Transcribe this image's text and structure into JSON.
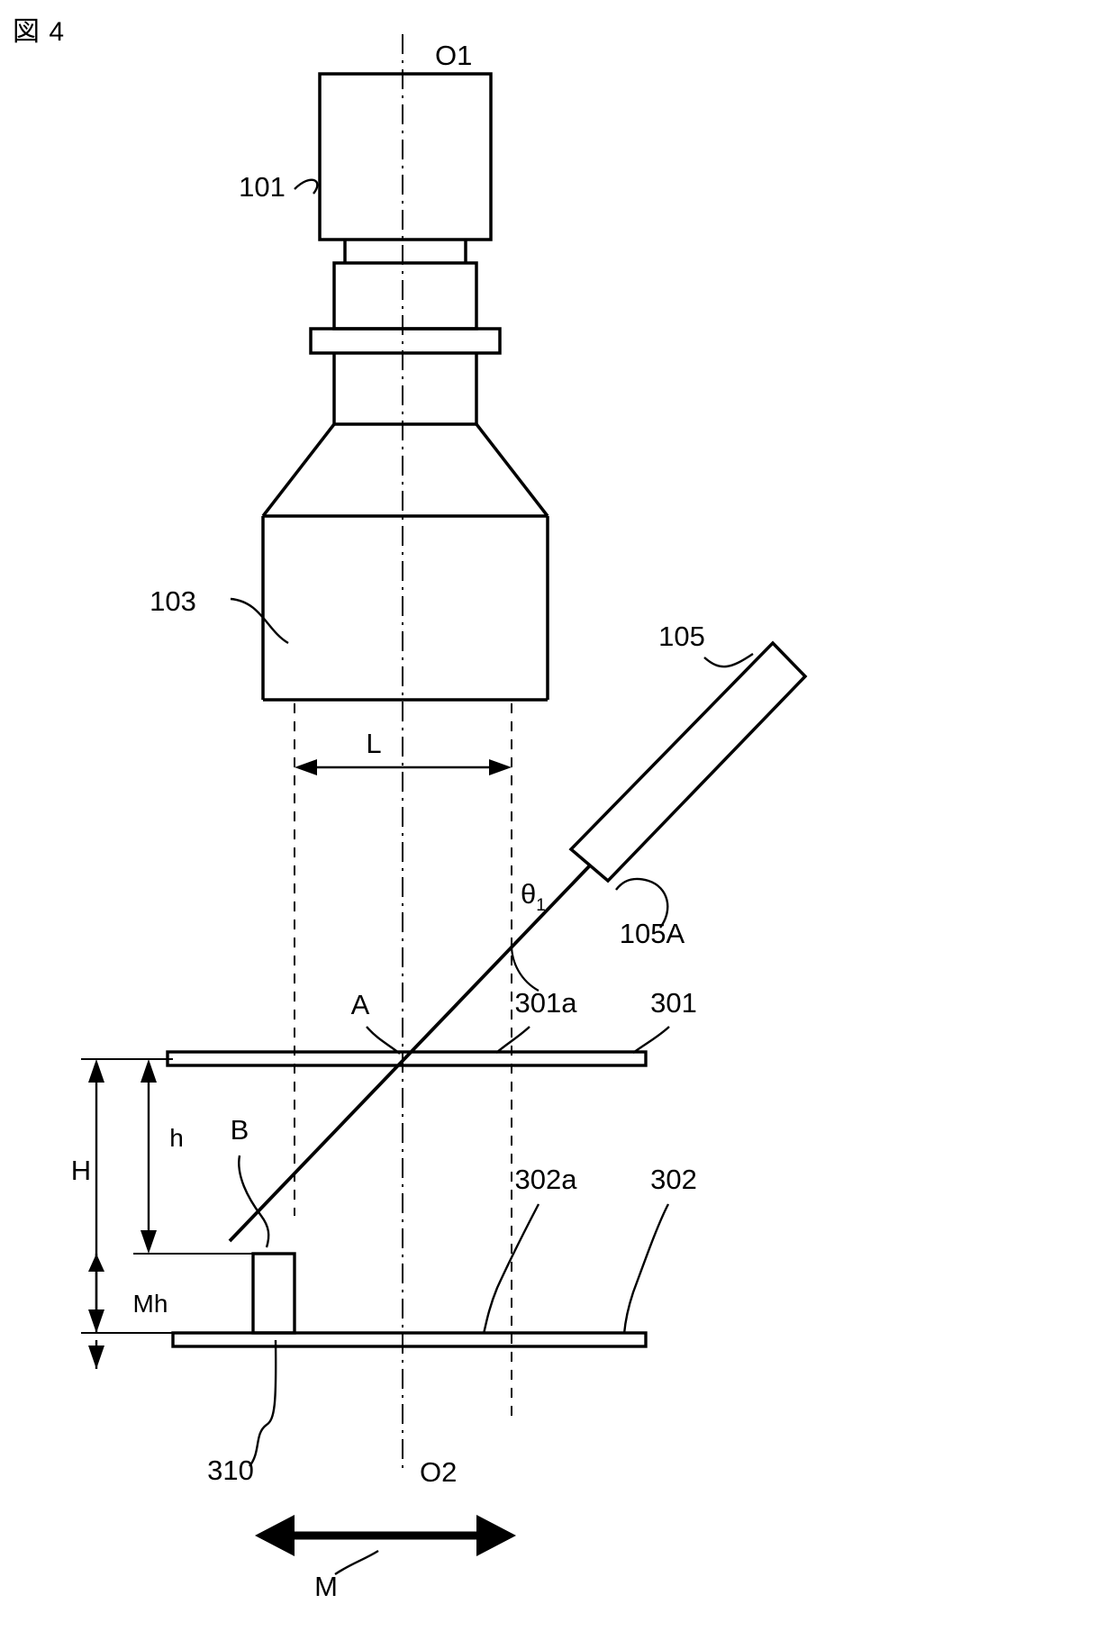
{
  "figure": {
    "label_prefix": "図",
    "label_number": "4",
    "full_label": "図 4",
    "type": "patent-line-drawing",
    "background_color": "#ffffff",
    "line_color": "#000000"
  },
  "axes": {
    "optical_axis_top": "O1",
    "optical_axis_bottom": "O2"
  },
  "parts": {
    "camera_body": "101",
    "optical_head": "103",
    "light_projector": "105",
    "light_projector_face": "105A",
    "upper_substrate": "301",
    "upper_substrate_surface": "301a",
    "lower_substrate": "302",
    "lower_substrate_surface": "302a",
    "measurement_object": "310"
  },
  "points": {
    "point_a": "A",
    "point_b": "B"
  },
  "dimensions": {
    "field_width": "L",
    "total_height": "H",
    "working_height": "h",
    "object_height": "Mh",
    "motion": "M"
  },
  "angles": {
    "projection_angle_base": "θ",
    "projection_angle_sub": "1"
  }
}
